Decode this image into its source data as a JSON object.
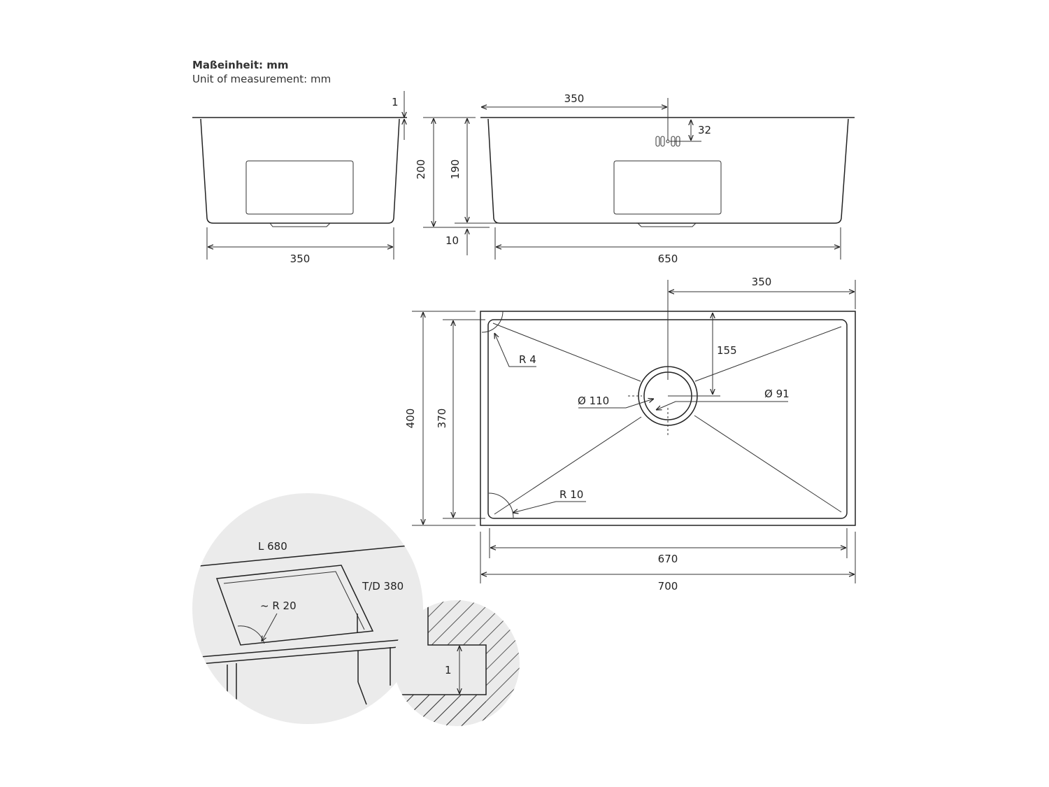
{
  "header": {
    "unit_de": "Maßeinheit: mm",
    "unit_en": "Unit of measurement: mm"
  },
  "side_view": {
    "rim_thickness": "1",
    "width": "350"
  },
  "front_view": {
    "height_total": "200",
    "height_inner": "190",
    "base_offset": "10",
    "overflow_pos": "350",
    "overflow_depth": "32",
    "width": "650"
  },
  "top_view": {
    "drain_pos_x": "350",
    "drain_pos_y": "155",
    "corner_radius_outer": "R 4",
    "corner_radius_inner": "R 10",
    "drain_outer_dia": "Ø 110",
    "drain_inner_dia": "Ø 91",
    "depth_outer": "400",
    "depth_inner": "370",
    "width_inner": "670",
    "width_outer": "700"
  },
  "detail_cutout": {
    "length": "L 680",
    "depth": "T/D 380",
    "corner_radius": "~ R 20"
  },
  "detail_section": {
    "thickness": "1"
  }
}
